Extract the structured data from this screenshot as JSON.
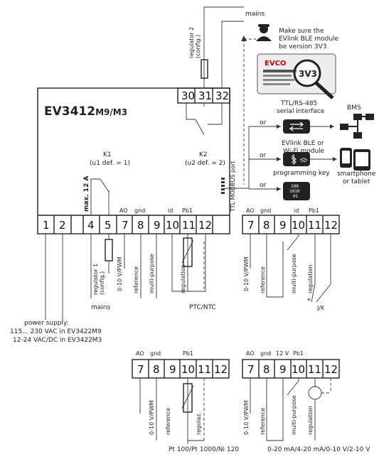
{
  "model": "EV3412",
  "model_suffix": "M9/M3",
  "mains_top": "mains",
  "regulator2": "regulator 2",
  "config": "(config.)",
  "ble_note_1": "Make sure the",
  "ble_note_2": "EVlink BLE module",
  "ble_note_3": "be version 3V3",
  "label_brand": "EVCO",
  "label_version": "3V3",
  "k1": "K1",
  "k1_def": "(u1 def. = 1)",
  "k2": "K2",
  "k2_def": "(u2 def. = 2)",
  "max": "max. 12 A",
  "ttl_port": "TTL MODBUS port",
  "serial_1": "TTL/RS-485",
  "serial_2": "serial interface",
  "bms": "BMS",
  "ble_1": "EVlink BLE or",
  "ble_2": "Wi-Fi module",
  "prog_key": "programming key",
  "phone_1": "smartphone",
  "phone_2": "or tablet",
  "or": "or",
  "t30": "30",
  "t31": "31",
  "t32": "32",
  "t1": "1",
  "t2": "2",
  "t4": "4",
  "t5": "5",
  "t7": "7",
  "t8": "8",
  "t9": "9",
  "t10": "10",
  "t11": "11",
  "t12": "12",
  "AO": "AO",
  "gnd": "gnd",
  "id": "id",
  "Pb1": "Pb1",
  "v12": "12 V",
  "v010": "0-10 V/PWM",
  "reference": "reference",
  "multi": "multi-purpose",
  "regulation": "regulation",
  "regolaz": "regolaz.",
  "regulator1": "regulator 1",
  "mains_bottom": "mains",
  "ptc": "PTC/NTC",
  "jk": "J/K",
  "plus": "+",
  "power_1": "power supply:",
  "power_2": "115... 230 VAC in EV3422M9",
  "power_3": "12-24 VAC/DC in EV3422M3",
  "pt100": "Pt 100/Pt 1000/Ni 120",
  "current": "0-20 mA/4-20 mA/0-10 V/2-10 V",
  "key_bits": [
    "100",
    "1010",
    "01"
  ]
}
